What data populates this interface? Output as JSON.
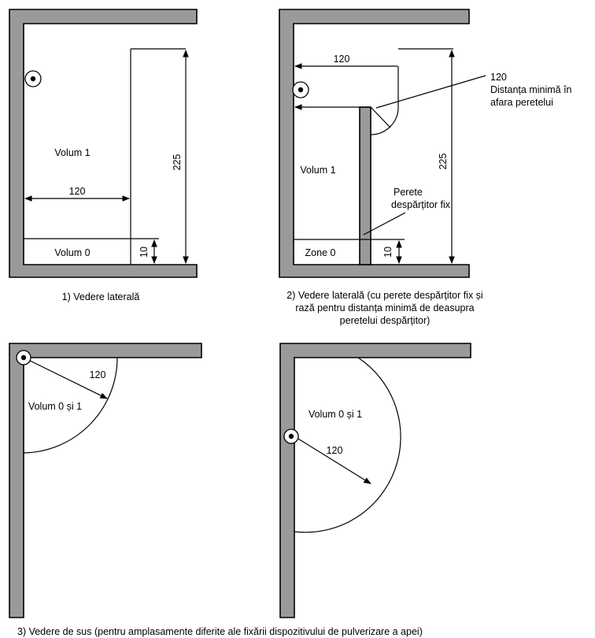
{
  "panel1": {
    "volume1_label": "Volum 1",
    "volume0_label": "Volum 0",
    "dim_width": "120",
    "dim_height": "225",
    "dim_small": "10",
    "caption": "1) Vedere laterală"
  },
  "panel2": {
    "dim_width": "120",
    "callout_value": "120",
    "callout_line1": "Distanța minimă în",
    "callout_line2": "afara peretelui",
    "volume1_label": "Volum 1",
    "partition_line1": "Perete",
    "partition_line2": "despărțitor fix",
    "zone0_label": "Zone 0",
    "dim_height": "225",
    "dim_small": "10",
    "caption_line1": "2) Vedere laterală (cu perete despărțitor fix și",
    "caption_line2": "rază pentru distanța minimă de deasupra",
    "caption_line3": "peretelui despărțitor)"
  },
  "panel3": {
    "radius_label": "120",
    "volume_label": "Volum 0 și 1"
  },
  "panel4": {
    "radius_label": "120",
    "volume_label": "Volum 0 și 1"
  },
  "footer": {
    "caption": "3) Vedere de sus (pentru amplasamente diferite ale fixării dispozitivului de pulverizare a apei)"
  }
}
